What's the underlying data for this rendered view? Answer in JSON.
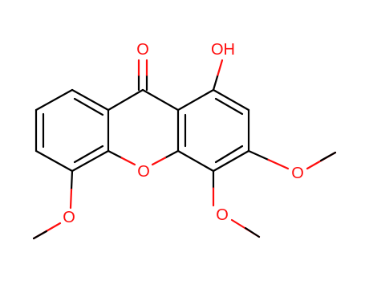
{
  "colors": {
    "bond": "#000000",
    "oxygen": "#ff0d0d",
    "background": "#ffffff"
  },
  "atoms": {
    "carbonyl_oxygen": "O",
    "hydroxyl": "OH",
    "ring_oxygen": "O",
    "methoxy_3_oxygen": "O",
    "methoxy_4_oxygen": "O",
    "methoxy_5_oxygen": "O"
  }
}
